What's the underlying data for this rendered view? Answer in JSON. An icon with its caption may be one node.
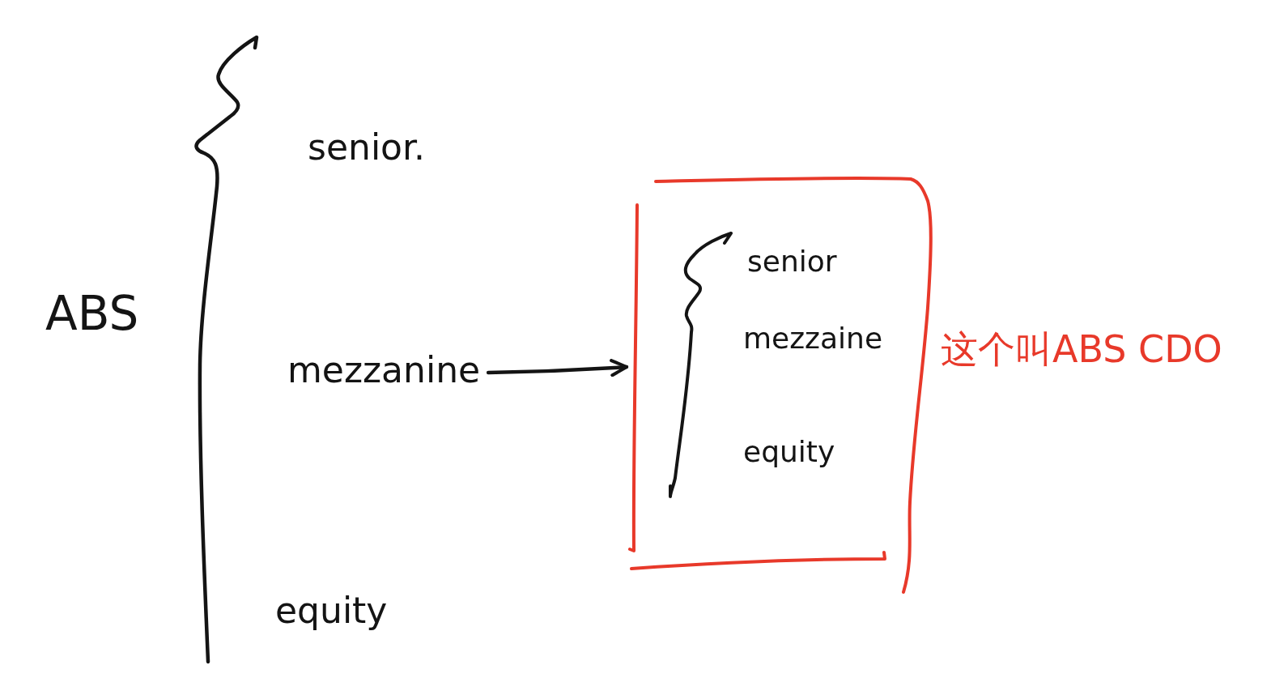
{
  "diagram": {
    "nodes": [
      {
        "text": [
          "mezzanine"
        ]
      },
      {
        "text": [
          "senior",
          "mezzaine",
          "equity"
        ],
        "beside": [
          "这个叫ABS CDO"
        ]
      }
    ],
    "edges": [
      {
        "from": 0,
        "to": 1,
        "arrow": "to"
      }
    ],
    "labels": [
      "ABS",
      "senior.",
      "equity"
    ]
  }
}
